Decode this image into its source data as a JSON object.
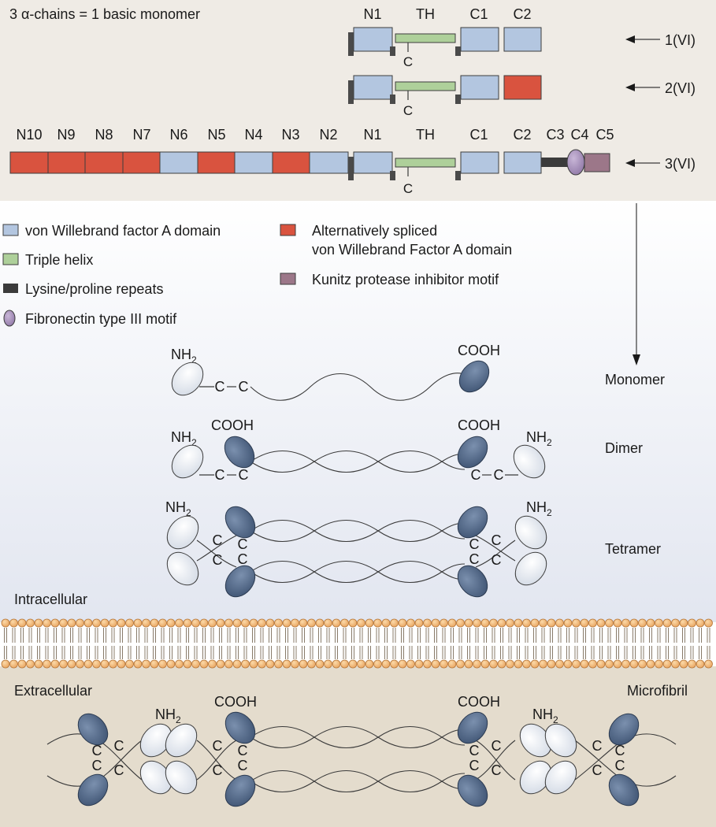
{
  "header": {
    "title": "3 α-chains = 1 basic monomer"
  },
  "chains": {
    "row1": {
      "label": "1(VI)",
      "domains": [
        "N1",
        "TH",
        "C1",
        "C2"
      ]
    },
    "row2": {
      "label": "2(VI)"
    },
    "row3": {
      "label": "3(VI)",
      "domains": [
        "N10",
        "N9",
        "N8",
        "N7",
        "N6",
        "N5",
        "N4",
        "N3",
        "N2",
        "N1",
        "TH",
        "C1",
        "C2",
        "C3",
        "C4",
        "C5"
      ]
    },
    "cysteine_label": "C"
  },
  "legend": {
    "items": [
      {
        "label": "von Willebrand factor A domain",
        "swatch": "#b3c6e0"
      },
      {
        "label": "Triple helix",
        "swatch": "#aed09a"
      },
      {
        "label": "Lysine/proline repeats",
        "swatch": "#3b3b3b"
      },
      {
        "label": "Fibronectin type III motif",
        "swatch": "#a993ba"
      },
      {
        "label": "Alternatively spliced",
        "label2": "von Willebrand Factor A domain",
        "swatch": "#d9533f"
      },
      {
        "label": "Kunitz protease inhibitor motif",
        "swatch": "#9c7789"
      }
    ]
  },
  "assembly": {
    "nh2": "NH",
    "nh2_sub": "2",
    "cooh": "COOH",
    "c": "C",
    "stages": [
      "Monomer",
      "Dimer",
      "Tetramer"
    ]
  },
  "membrane": {
    "intracellular": "Intracellular",
    "extracellular": "Extracellular",
    "microfibril": "Microfibril"
  },
  "colors": {
    "top_panel": "#efebe5",
    "gradient_top": "#e2e6f0",
    "extracellular_bg": "#e4dccd",
    "lipid_head": "#f2b778",
    "dark_globule": "#4f6585",
    "light_globule": "#e8ebf1"
  }
}
